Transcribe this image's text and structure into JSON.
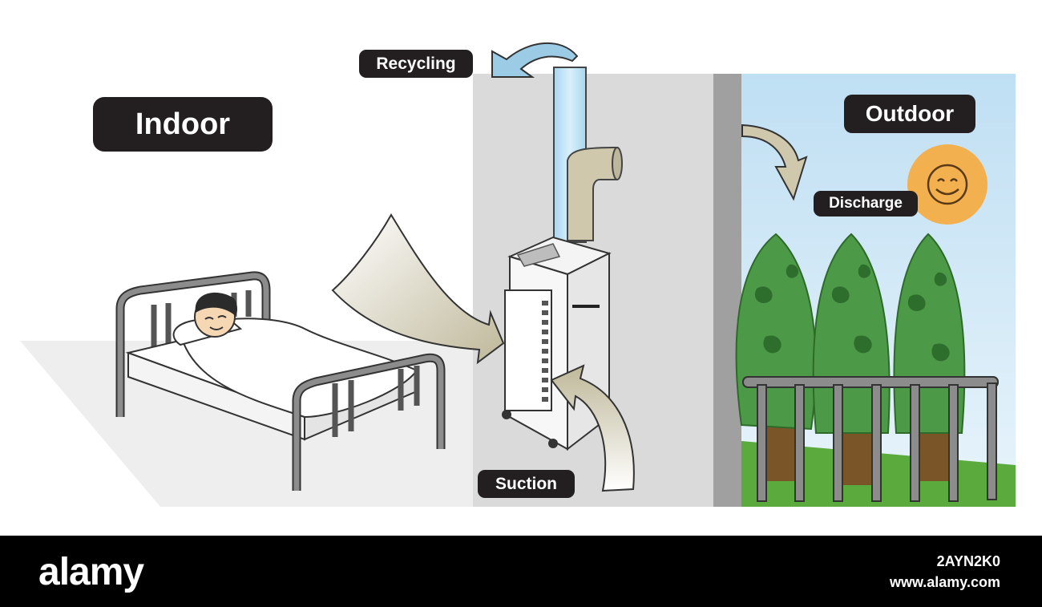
{
  "labels": {
    "indoor": "Indoor",
    "outdoor": "Outdoor",
    "recycling": "Recycling",
    "discharge": "Discharge",
    "suction": "Suction"
  },
  "footer": {
    "brand": "alamy",
    "image_id": "2AYN2K0",
    "url": "www.alamy.com"
  },
  "colors": {
    "label_bg": "#231f20",
    "wall": "#d9d9d9",
    "sky": "#c6e2f4",
    "tree": "#4c9a47",
    "sun": "#f3b04f",
    "arrow": "#d2cbb2",
    "recycle_arrow": "#9ccbe6"
  },
  "icons": [
    "bed-icon",
    "sleeping-boy-icon",
    "air-purifier-icon",
    "sun-face-icon",
    "tree-icon",
    "railing-icon"
  ]
}
